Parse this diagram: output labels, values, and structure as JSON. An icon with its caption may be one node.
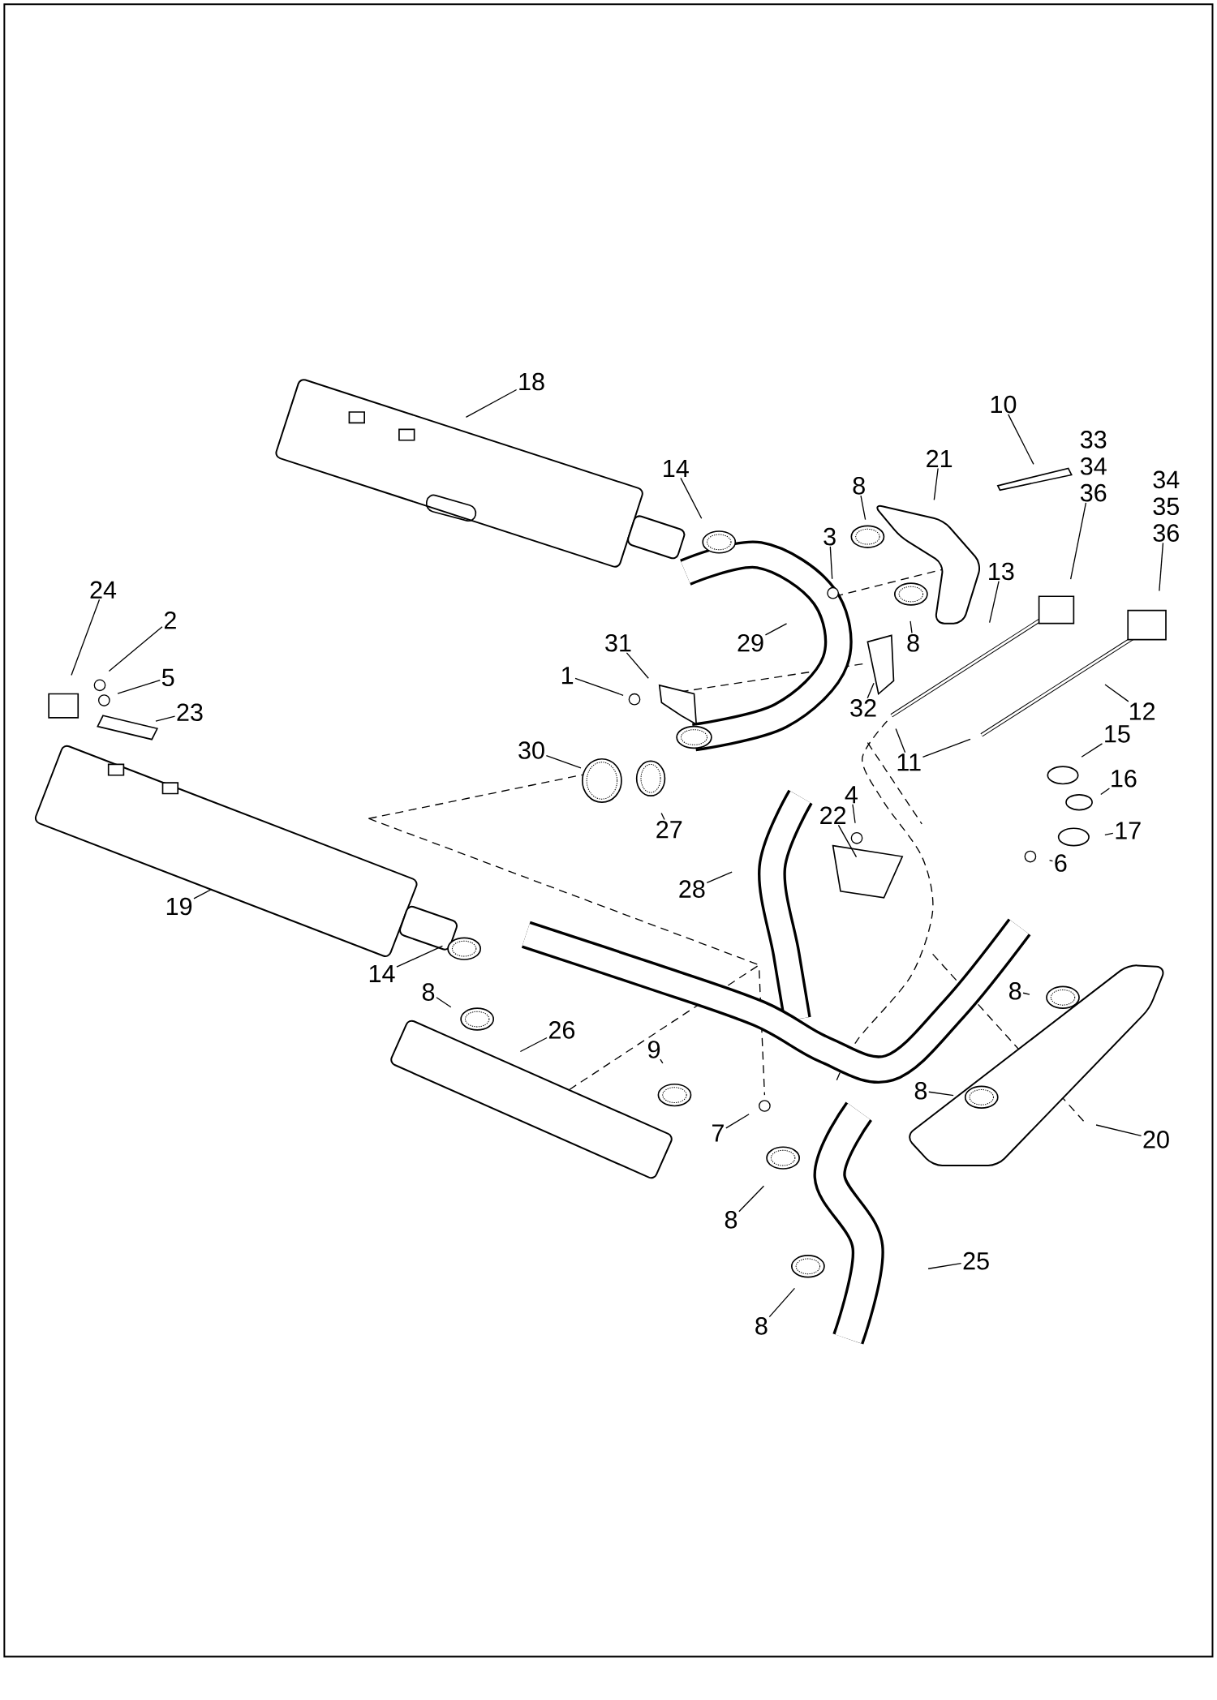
{
  "diagram": {
    "nodes": [
      {
        "text": [
          "18"
        ]
      },
      {
        "text": [
          "10"
        ]
      },
      {
        "text": [
          "33 34 36"
        ]
      },
      {
        "text": [
          "21"
        ]
      },
      {
        "text": [
          "14"
        ]
      },
      {
        "text": [
          "8"
        ]
      },
      {
        "text": [
          "34 35 36"
        ]
      },
      {
        "text": [
          "3"
        ]
      },
      {
        "text": [
          "13"
        ]
      },
      {
        "text": [
          "24"
        ]
      },
      {
        "text": [
          "2"
        ]
      },
      {
        "text": [
          "29"
        ]
      },
      {
        "text": [
          "8"
        ]
      },
      {
        "text": [
          "31"
        ]
      },
      {
        "text": [
          "1"
        ]
      },
      {
        "text": [
          "5"
        ]
      },
      {
        "text": [
          "12"
        ]
      },
      {
        "text": [
          "32"
        ]
      },
      {
        "text": [
          "23"
        ]
      },
      {
        "text": [
          "15"
        ]
      },
      {
        "text": [
          "30"
        ]
      },
      {
        "text": [
          "11"
        ]
      },
      {
        "text": [
          "16"
        ]
      },
      {
        "text": [
          "4"
        ]
      },
      {
        "text": [
          "22"
        ]
      },
      {
        "text": [
          "17"
        ]
      },
      {
        "text": [
          "27"
        ]
      },
      {
        "text": [
          "6"
        ]
      },
      {
        "text": [
          "28"
        ]
      },
      {
        "text": [
          "19"
        ]
      },
      {
        "text": [
          "14"
        ]
      },
      {
        "text": [
          "8"
        ]
      },
      {
        "text": [
          "8"
        ]
      },
      {
        "text": [
          "26"
        ]
      },
      {
        "text": [
          "9"
        ]
      },
      {
        "text": [
          "8"
        ]
      },
      {
        "text": [
          "7"
        ]
      },
      {
        "text": [
          "20"
        ]
      },
      {
        "text": [
          "8"
        ]
      },
      {
        "text": [
          "25"
        ]
      },
      {
        "text": [
          "8"
        ]
      }
    ],
    "edges": [
      {
        "from": 0,
        "to": null,
        "arrow": "none"
      },
      {
        "from": 1,
        "to": null,
        "arrow": "none"
      },
      {
        "from": 2,
        "to": null,
        "arrow": "none"
      },
      {
        "from": 3,
        "to": null,
        "arrow": "none"
      },
      {
        "from": 4,
        "to": null,
        "arrow": "none"
      },
      {
        "from": 5,
        "to": null,
        "arrow": "none"
      },
      {
        "from": 6,
        "to": null,
        "arrow": "none"
      },
      {
        "from": 7,
        "to": null,
        "arrow": "none"
      },
      {
        "from": 8,
        "to": null,
        "arrow": "none"
      },
      {
        "from": 9,
        "to": null,
        "arrow": "none"
      },
      {
        "from": 10,
        "to": null,
        "arrow": "none"
      },
      {
        "from": 11,
        "to": null,
        "arrow": "none"
      },
      {
        "from": 12,
        "to": null,
        "arrow": "none"
      },
      {
        "from": 13,
        "to": null,
        "arrow": "none"
      },
      {
        "from": 14,
        "to": null,
        "arrow": "none"
      },
      {
        "from": 15,
        "to": null,
        "arrow": "none"
      },
      {
        "from": 16,
        "to": null,
        "arrow": "none"
      },
      {
        "from": 17,
        "to": null,
        "arrow": "none"
      },
      {
        "from": 18,
        "to": null,
        "arrow": "none"
      },
      {
        "from": 19,
        "to": null,
        "arrow": "none"
      },
      {
        "from": 20,
        "to": null,
        "arrow": "none"
      },
      {
        "from": 21,
        "to": null,
        "arrow": "none"
      },
      {
        "from": 21,
        "to": null,
        "arrow": "none"
      },
      {
        "from": 22,
        "to": null,
        "arrow": "none"
      },
      {
        "from": 23,
        "to": null,
        "arrow": "none"
      },
      {
        "from": 24,
        "to": null,
        "arrow": "none"
      },
      {
        "from": 25,
        "to": null,
        "arrow": "none"
      },
      {
        "from": 26,
        "to": null,
        "arrow": "none"
      },
      {
        "from": 27,
        "to": null,
        "arrow": "none"
      },
      {
        "from": 28,
        "to": null,
        "arrow": "none"
      },
      {
        "from": 29,
        "to": null,
        "arrow": "none"
      },
      {
        "from": 30,
        "to": null,
        "arrow": "none"
      },
      {
        "from": 31,
        "to": null,
        "arrow": "none"
      },
      {
        "from": 32,
        "to": null,
        "arrow": "none"
      },
      {
        "from": 33,
        "to": null,
        "arrow": "none"
      },
      {
        "from": 34,
        "to": null,
        "arrow": "none"
      },
      {
        "from": 35,
        "to": null,
        "arrow": "none"
      },
      {
        "from": 36,
        "to": null,
        "arrow": "none"
      },
      {
        "from": 37,
        "to": null,
        "arrow": "none"
      },
      {
        "from": 38,
        "to": null,
        "arrow": "none"
      },
      {
        "from": 39,
        "to": null,
        "arrow": "none"
      },
      {
        "from": 40,
        "to": null,
        "arrow": "none"
      }
    ]
  }
}
